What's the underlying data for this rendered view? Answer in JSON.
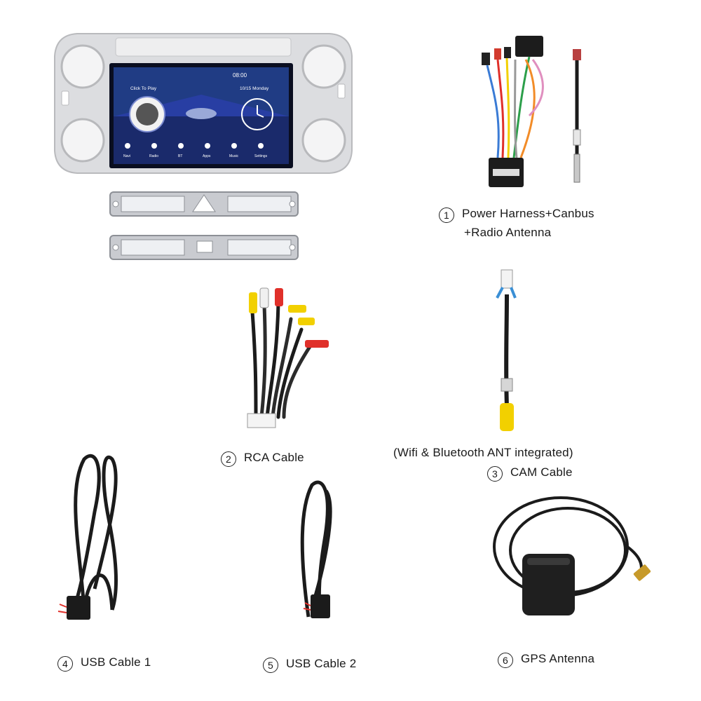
{
  "colors": {
    "background": "#ffffff",
    "bezel": "#d9dadc",
    "screen_bg": "#1a2a6b",
    "cable": "#1b1b1b",
    "rca_yellow": "#f2d000",
    "rca_red": "#e0302a",
    "rca_white": "#f0f0f0"
  },
  "head_unit_screen": {
    "clock": "08:00",
    "media_label": "Click To Play",
    "date": "10/15 Monday",
    "dock": [
      "Navi",
      "Radio",
      "BT",
      "Apps",
      "Music",
      "Settings"
    ]
  },
  "items": [
    {
      "num": "1",
      "label": "Power Harness+Canbus",
      "label2": "+Radio Antenna"
    },
    {
      "num": "2",
      "label": "RCA Cable"
    },
    {
      "num": "3",
      "label": "CAM Cable",
      "note": "(Wifi & Bluetooth ANT integrated)"
    },
    {
      "num": "4",
      "label": "USB Cable 1"
    },
    {
      "num": "5",
      "label": "USB Cable 2"
    },
    {
      "num": "6",
      "label": "GPS Antenna"
    }
  ]
}
